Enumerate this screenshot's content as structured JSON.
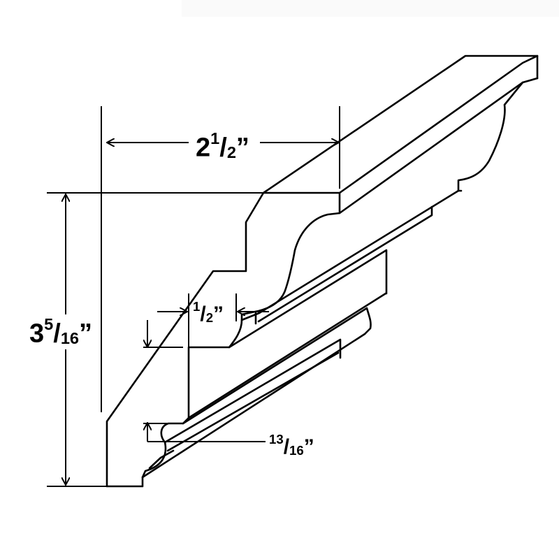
{
  "dimensions": {
    "width": {
      "whole": "2",
      "num": "1",
      "den": "2",
      "mark": "”"
    },
    "height": {
      "whole": "3",
      "num": "5",
      "den": "16",
      "mark": "”"
    },
    "step": {
      "num": "1",
      "den": "2",
      "mark": "”"
    },
    "bead": {
      "num": "13",
      "den": "16",
      "mark": "”"
    }
  },
  "colors": {
    "line": "#000000",
    "background": "#ffffff"
  }
}
